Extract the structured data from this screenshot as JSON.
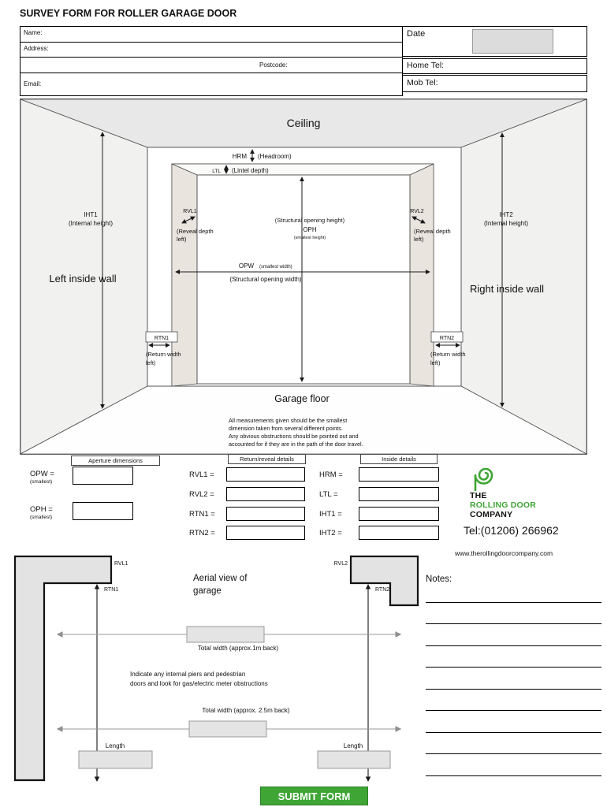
{
  "title": "SURVEY FORM FOR ROLLER GARAGE DOOR",
  "contact": {
    "name_label": "Name:",
    "address_label": "Address:",
    "postcode_label": "Postcode:",
    "email_label": "Email:",
    "date_label": "Date",
    "home_tel_label": "Home Tel:",
    "mob_tel_label": "Mob Tel:"
  },
  "diagram": {
    "ceiling": "Ceiling",
    "hrm": "HRM",
    "headroom": "(Headroom)",
    "ltl": "LTL",
    "lintel_depth": "(Lintel depth)",
    "iht1": "IHT1",
    "iht1_desc": "(Internal height)",
    "iht2": "IHT2",
    "iht2_desc": "(Internal height)",
    "rvl1": "RVL1",
    "rvl2": "RVL2",
    "reveal_desc_line1": "(Reveal depth",
    "reveal_desc_line2": "left)",
    "structural_opening_height": "(Structural opening height)",
    "oph": "OPH",
    "smallest_height": "(smallest height)",
    "opw": "OPW",
    "smallest_width": "(smallest width)",
    "structural_opening_width": "(Structural opening width)",
    "rtn1": "RTN1",
    "rtn2": "RTN2",
    "return_desc_line1": "(Return width",
    "return_desc_line2": "left)",
    "left_wall": "Left inside wall",
    "right_wall": "Right inside wall",
    "garage_floor": "Garage floor",
    "note_lines": [
      "All measurements given should be the smallest",
      "dimension taken from several different points.",
      "Any obvious obstructions should be pointed out and",
      "accounted for if they are in the path of the door travel."
    ]
  },
  "measurements": {
    "aperture_header": "Aperture dimensions",
    "return_header": "Return/reveal details",
    "inside_header": "Inside details",
    "opw_label": "OPW =",
    "opw_sub": "(smallest)",
    "oph_label": "OPH =",
    "oph_sub": "(smallest)",
    "rvl1_label": "RVL1 =",
    "rvl2_label": "RVL2 =",
    "rtn1_label": "RTN1 =",
    "rtn2_label": "RTN2 =",
    "hrm_label": "HRM =",
    "ltl_label": "LTL =",
    "iht1_label": "IHT1 =",
    "iht2_label": "IHT2 ="
  },
  "company": {
    "name_line1": "THE",
    "name_line2": "ROLLING DOOR",
    "name_line3": "COMPANY",
    "tel": "Tel:(01206) 266962",
    "website": "www.therollingdoorcompany.com"
  },
  "aerial": {
    "title_line1": "Aerial view of",
    "title_line2": "garage",
    "rvl1": "RVL1",
    "rvl2": "RVL2",
    "rtn1": "RTN1",
    "rtn2": "RTN2",
    "total_width_1": "Total width (approx.1m back)",
    "total_width_2": "Total width (approx. 2.5m back)",
    "instruction_lines": [
      "Indicate any internal piers and pedestrian",
      "doors and look for gas/electric meter obstructions"
    ],
    "length_left": "Length",
    "length_right": "Length"
  },
  "notes_label": "Notes:",
  "submit_label": "SUBMIT FORM",
  "colors": {
    "accent_green": "#3FA535",
    "field_gray": "#DCDCDC"
  }
}
